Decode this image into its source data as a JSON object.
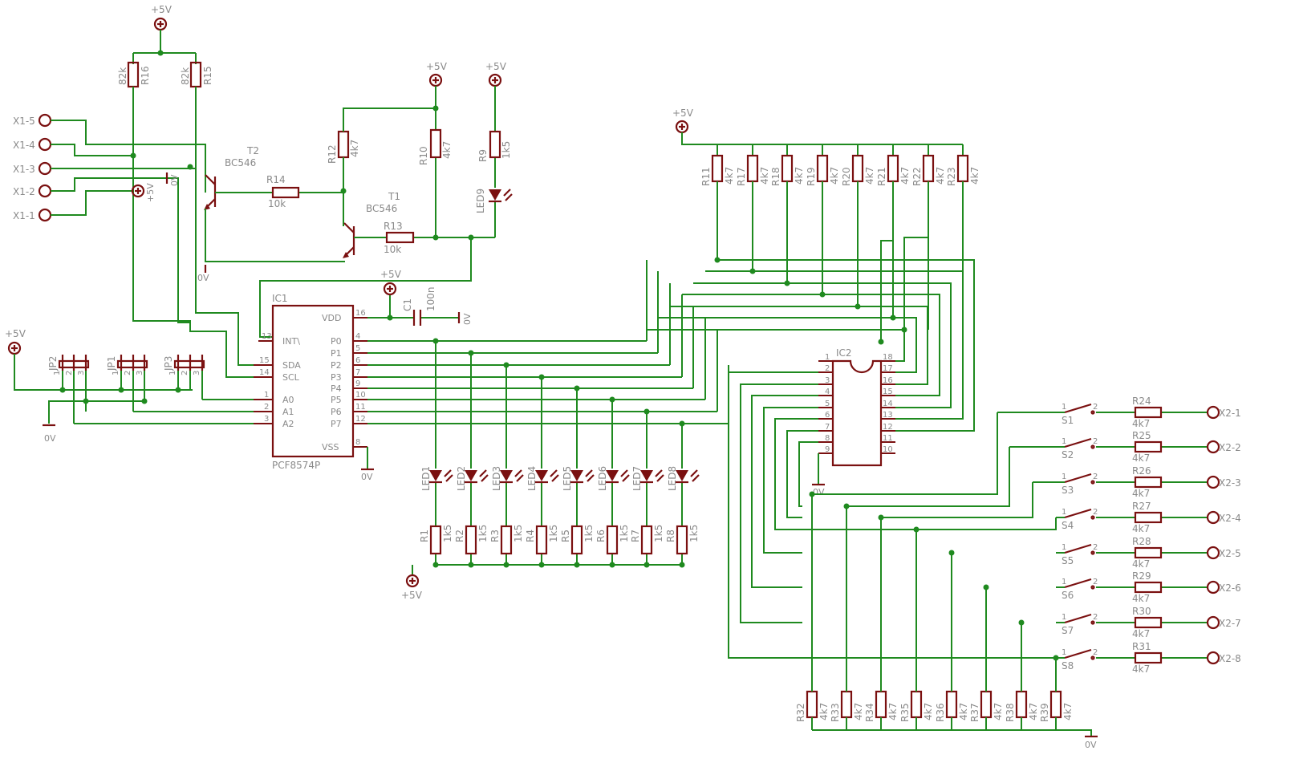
{
  "colors": {
    "wire": "#1f8a1f",
    "part": "#7a1010",
    "text": "#8a8a8a",
    "background": "#ffffff"
  },
  "labels": {
    "supply": "+5V",
    "ground": "0V",
    "r16_name": "R16",
    "r16_val": "82k",
    "r15_name": "R15",
    "r15_val": "82k",
    "r14_name": "R14",
    "r14_val": "10k",
    "r13_name": "R13",
    "r13_val": "10k",
    "r12_name": "R12",
    "r12_val": "4k7",
    "r10_name": "R10",
    "r10_val": "4k7",
    "r9_name": "R9",
    "r9_val": "1k5",
    "led9": "LED9",
    "t1_name": "T1",
    "t1_type": "BC546",
    "t2_name": "T2",
    "t2_type": "BC546",
    "c1_name": "C1",
    "c1_val": "100n",
    "ic1_name": "IC1",
    "ic1_type": "PCF8574P",
    "ic1_pins": {
      "int": "INT\\",
      "sda": "SDA",
      "scl": "SCL",
      "a0": "A0",
      "a1": "A1",
      "a2": "A2",
      "vdd": "VDD",
      "vss": "VSS",
      "p0": "P0",
      "p1": "P1",
      "p2": "P2",
      "p3": "P3",
      "p4": "P4",
      "p5": "P5",
      "p6": "P6",
      "p7": "P7",
      "n13": "13",
      "n15": "15",
      "n14": "14",
      "n1": "1",
      "n2": "2",
      "n3": "3",
      "n16": "16",
      "n8": "8",
      "n4": "4",
      "n5": "5",
      "n6": "6",
      "n7": "7",
      "n9": "9",
      "n10": "10",
      "n11": "11",
      "n12": "12"
    },
    "ic2_name": "IC2",
    "ic2_pins_left": [
      "1",
      "2",
      "3",
      "4",
      "5",
      "6",
      "7",
      "8",
      "9"
    ],
    "ic2_pins_right": [
      "18",
      "17",
      "16",
      "15",
      "14",
      "13",
      "12",
      "11",
      "10"
    ],
    "x1": [
      "X1-5",
      "X1-4",
      "X1-3",
      "X1-2",
      "X1-1"
    ],
    "jumpers": [
      "JP2",
      "JP1",
      "JP3"
    ],
    "jp_pins": [
      "1",
      "2",
      "3"
    ],
    "leds": [
      "LED1",
      "LED2",
      "LED3",
      "LED4",
      "LED5",
      "LED6",
      "LED7",
      "LED8"
    ],
    "led_res": [
      "R1",
      "R2",
      "R3",
      "R4",
      "R5",
      "R6",
      "R7",
      "R8"
    ],
    "led_res_val": "1k5",
    "pull_res": [
      "R11",
      "R17",
      "R18",
      "R19",
      "R20",
      "R21",
      "R22",
      "R23"
    ],
    "pull_res_val": "4k7",
    "switches": [
      "S1",
      "S2",
      "S3",
      "S4",
      "S5",
      "S6",
      "S7",
      "S8"
    ],
    "sw_pin1": "1",
    "sw_pin2": "2",
    "sw_res": [
      "R24",
      "R25",
      "R26",
      "R27",
      "R28",
      "R29",
      "R30",
      "R31"
    ],
    "sw_res_val": "4k7",
    "x2": [
      "X2-1",
      "X2-2",
      "X2-3",
      "X2-4",
      "X2-5",
      "X2-6",
      "X2-7",
      "X2-8"
    ],
    "bottom_res": [
      "R32",
      "R33",
      "R34",
      "R35",
      "R36",
      "R37",
      "R38",
      "R39"
    ],
    "bottom_res_val": "4k7"
  }
}
